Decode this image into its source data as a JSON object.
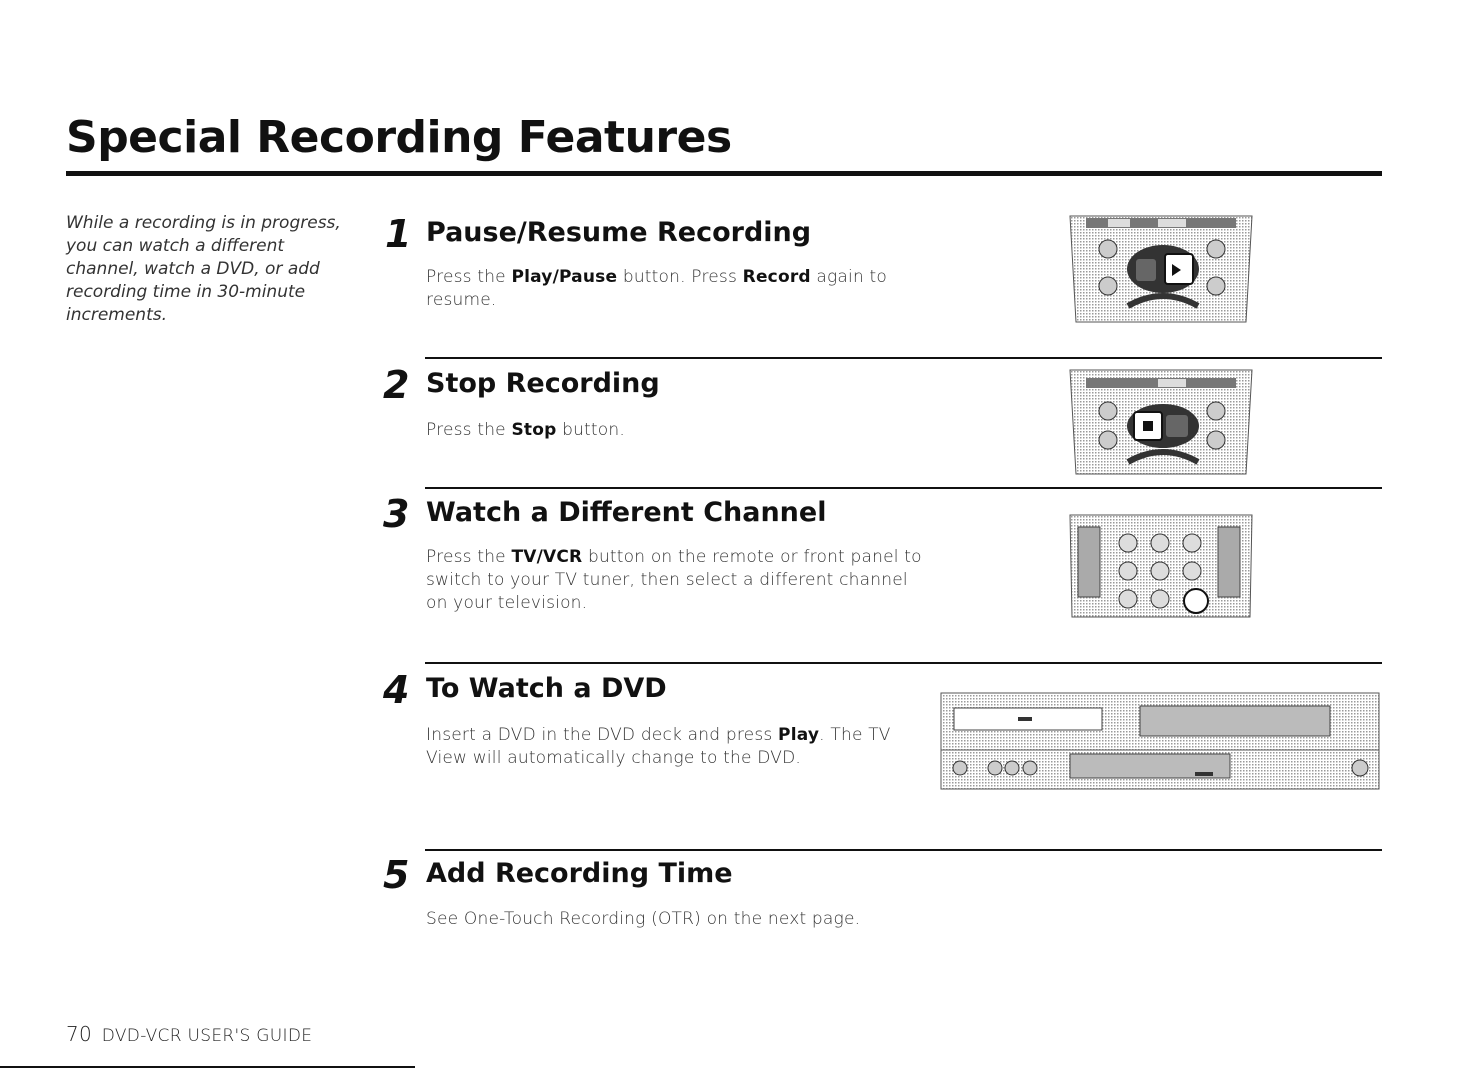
{
  "page": {
    "title": "Special Recording Features",
    "intro": "While a recording is in progress, you can watch a different channel, watch a DVD, or add recording time in 30-minute increments.",
    "footer": {
      "page_number": "70",
      "guide_name": "DVD-VCR USER'S GUIDE"
    }
  },
  "steps": [
    {
      "number": "1",
      "heading": "Pause/Resume Recording",
      "body": [
        {
          "t": "Press the "
        },
        {
          "b": "Play/Pause"
        },
        {
          "t": " button. Press "
        },
        {
          "b": "Record"
        },
        {
          "t": " again to resume."
        }
      ],
      "figure": "remote-play-pause-icon"
    },
    {
      "number": "2",
      "heading": "Stop Recording",
      "body": [
        {
          "t": "Press the "
        },
        {
          "b": "Stop"
        },
        {
          "t": " button."
        }
      ],
      "figure": "remote-stop-icon"
    },
    {
      "number": "3",
      "heading": "Watch a Different Channel",
      "body": [
        {
          "t": "Press the "
        },
        {
          "b": "TV/VCR"
        },
        {
          "t": " button on the remote or front panel to switch to your TV tuner, then select a different channel on your television."
        }
      ],
      "figure": "remote-keypad-icon"
    },
    {
      "number": "4",
      "heading": "To Watch a DVD",
      "body": [
        {
          "t": "Insert a DVD in the DVD deck and press "
        },
        {
          "b": "Play"
        },
        {
          "t": ". The TV View will automatically change to the DVD."
        }
      ],
      "figure": "dvd-vcr-front-panel-icon"
    },
    {
      "number": "5",
      "heading": "Add Recording Time",
      "body": [
        {
          "t": "See One-Touch Recording (OTR) on the next page."
        }
      ]
    }
  ]
}
